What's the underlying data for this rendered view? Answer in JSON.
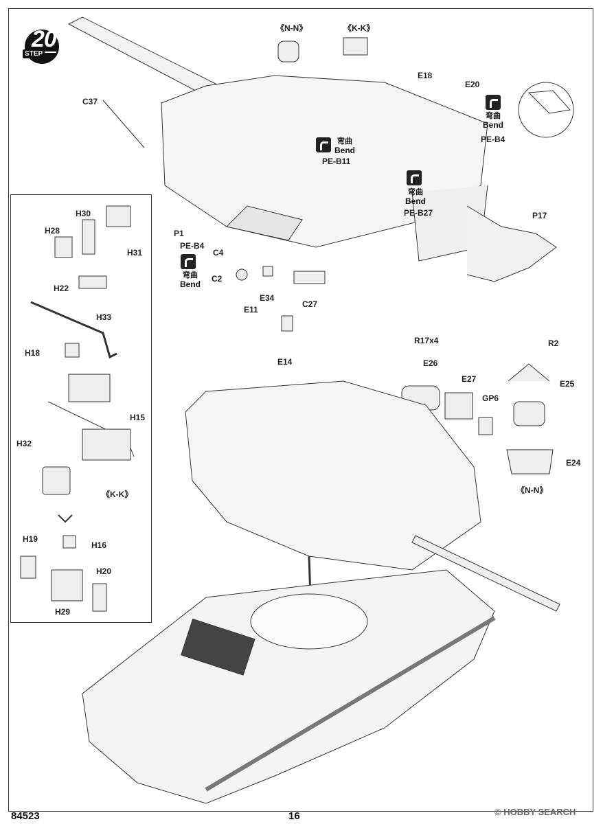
{
  "step": {
    "number": "20",
    "word": "STEP"
  },
  "footer": {
    "code": "84523",
    "page": "16"
  },
  "watermark": "© HOBBY SEARCH",
  "bend": {
    "cn": "弯曲",
    "en": "Bend"
  },
  "section_labels": {
    "nn": "《N-N》",
    "kk": "《K-K》"
  },
  "labels": {
    "c37": "C37",
    "e18": "E18",
    "e20": "E20",
    "pe_b4_top": "PE-B4",
    "pe_b11": "PE-B11",
    "pe_b27": "PE-B27",
    "p1": "P1",
    "pe_b4_left": "PE-B4",
    "c4": "C4",
    "c2": "C2",
    "e34": "E34",
    "e11": "E11",
    "c27": "C27",
    "e14": "E14",
    "r17": "R17x4",
    "p17": "P17",
    "r2": "R2",
    "e26": "E26",
    "e27": "E27",
    "gp6": "GP6",
    "e25": "E25",
    "e24": "E24",
    "h30": "H30",
    "h28": "H28",
    "h31": "H31",
    "h22": "H22",
    "h33": "H33",
    "h18": "H18",
    "h15": "H15",
    "h32": "H32",
    "h19": "H19",
    "h16": "H16",
    "h20": "H20",
    "h29": "H29"
  }
}
